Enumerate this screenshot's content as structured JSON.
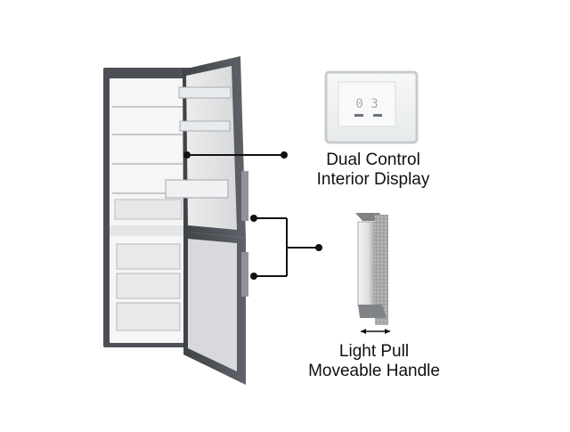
{
  "product": {
    "name": "refrigerator-freezer"
  },
  "features": {
    "display": {
      "line1": "Dual Control",
      "line2": "Interior Display",
      "panel_text": "0 3",
      "icon": "control-panel-icon"
    },
    "handle": {
      "line1": "Light Pull",
      "line2": "Moveable Handle",
      "icon": "handle-icon"
    }
  },
  "colors": {
    "body_dark": "#4e5156",
    "interior": "#f3f4f5",
    "door_inner": "#d6d8db",
    "accent_gray": "#8f9399",
    "connector": "#111111"
  }
}
